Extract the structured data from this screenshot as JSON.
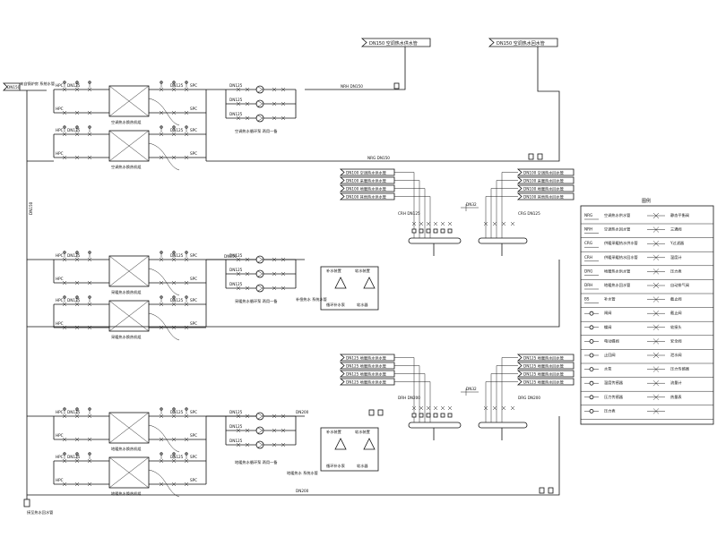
{
  "top_tags": {
    "left": "DN150 空调热水供水管",
    "right": "DN150 空调热水回水管"
  },
  "left_header": {
    "pipe": "DN150",
    "note": "来自锅炉房 系统水管",
    "vertical": "DN150"
  },
  "bottom_left_note": "接至热水回水管",
  "main_labels": {
    "nrh_line": "NRH DN150",
    "nrg_line": "NRG DN150",
    "sect2_line": "DN150",
    "sect3_line_top": "DN200",
    "sect3_line_bottom": "DN200"
  },
  "units": [
    {
      "caption": "空调热水换热机组"
    },
    {
      "caption": "空调热水换热机组"
    },
    {
      "caption": "采暖热水换热机组"
    },
    {
      "caption": "采暖热水换热机组"
    },
    {
      "caption": "地暖热水换热机组"
    },
    {
      "caption": "地暖热水换热机组"
    }
  ],
  "valve_labels": [
    "HPC",
    "DN125",
    "DN125",
    "SPC"
  ],
  "pump_group_labels": [
    "DN125",
    "DN125",
    "DN125"
  ],
  "pump_notes": [
    "空调热水循环泵 两用一备",
    "采暖热水循环泵 两用一备",
    "地暖热水循环泵 两用一备"
  ],
  "tank_groups": [
    {
      "labels": [
        "补水装置",
        "软水装置"
      ],
      "notes": [
        "循环补水泵",
        "软水器"
      ],
      "caption": "补偿热水 系统水管"
    },
    {
      "labels": [
        "补水装置",
        "软水装置"
      ],
      "notes": [
        "循环补水泵",
        "软水器"
      ],
      "caption": "地暖热水 系统水管"
    }
  ],
  "manifold_top": {
    "left_tags": [
      "DN100 空调热水供水管",
      "DN100 采暖热水供水管",
      "DN100 地暖热水供水管",
      "DN100 其他热水供水管"
    ],
    "right_tags": [
      "DN100 空调热水回水管",
      "DN100 采暖热水回水管",
      "DN100 地暖热水回水管",
      "DN100 其他热水回水管"
    ],
    "left_label": "CRH DN125",
    "right_label": "CRG DN125",
    "sub_label": "DN32"
  },
  "manifold_bottom": {
    "left_tags": [
      "DN125 地暖热水供水管",
      "DN125 地暖热水供水管",
      "DN125 地暖热水供水管",
      "DN125 地暖热水供水管"
    ],
    "right_tags": [
      "DN125 地暖热水回水管",
      "DN125 地暖热水回水管",
      "DN125 地暖热水回水管",
      "DN125 地暖热水回水管"
    ],
    "left_label": "DRH DN200",
    "right_label": "DRG DN200",
    "sub_label": "DN32"
  },
  "legend": {
    "title": "图例",
    "rows": [
      {
        "code": "NRG",
        "desc": "空调热水供水管",
        "desc2": "静态平衡阀"
      },
      {
        "code": "NRH",
        "desc": "空调热水回水管",
        "desc2": "三通阀"
      },
      {
        "code": "CRG",
        "desc": "供暖采暖热水供水管",
        "desc2": "Y过滤器"
      },
      {
        "code": "CRH",
        "desc": "供暖采暖热水回水管",
        "desc2": "温度计"
      },
      {
        "code": "DRG",
        "desc": "地暖热水供水管",
        "desc2": "压力表"
      },
      {
        "code": "DRH",
        "desc": "地暖热水回水管",
        "desc2": "自动排气阀"
      },
      {
        "code": "BS",
        "desc": "补水管",
        "desc2": "截止阀"
      },
      {
        "code": "",
        "desc": "闸阀",
        "desc2": "截止阀"
      },
      {
        "code": "",
        "desc": "蝶阀",
        "desc2": "软接头"
      },
      {
        "code": "",
        "desc": "电动蝶阀",
        "desc2": "安全阀"
      },
      {
        "code": "",
        "desc": "止回阀",
        "desc2": "泄水阀"
      },
      {
        "code": "",
        "desc": "水泵",
        "desc2": "压力传感器"
      },
      {
        "code": "",
        "desc": "温度传感器",
        "desc2": "流量计"
      },
      {
        "code": "",
        "desc": "压力传感器",
        "desc2": "热量表"
      },
      {
        "code": "",
        "desc": "压力表",
        "desc2": ""
      }
    ]
  }
}
